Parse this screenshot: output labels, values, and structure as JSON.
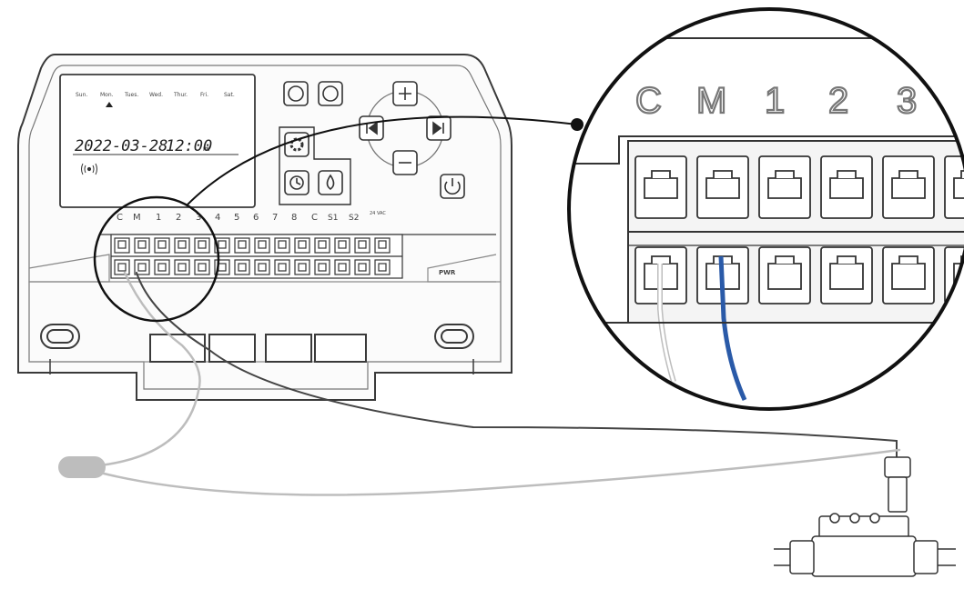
{
  "lcd": {
    "days": [
      "Sun.",
      "Mon.",
      "Tues.",
      "Wed.",
      "Thur.",
      "Fri.",
      "Sat."
    ],
    "date": "2022-03-28",
    "time": "12:00",
    "ampm": "PM"
  },
  "terminals": {
    "small_labels": [
      "C",
      "M",
      "1",
      "2",
      "3",
      "4",
      "5",
      "6",
      "7",
      "8",
      "C",
      "S1",
      "S2",
      "24 VAC"
    ],
    "zoom_labels": [
      "C",
      "M",
      "1",
      "2",
      "3"
    ]
  },
  "side_label": "PWR",
  "colors": {
    "outline": "#3a3a3a",
    "blue_wire": "#2a5aa8",
    "sensor": "#b9b9b9"
  },
  "icons": [
    "auto-icon",
    "manual-icon",
    "settings-gear-icon",
    "clock-icon",
    "water-drop-icon",
    "power-icon",
    "plus-icon",
    "minus-icon",
    "prev-icon",
    "next-icon",
    "wireless-icon"
  ]
}
